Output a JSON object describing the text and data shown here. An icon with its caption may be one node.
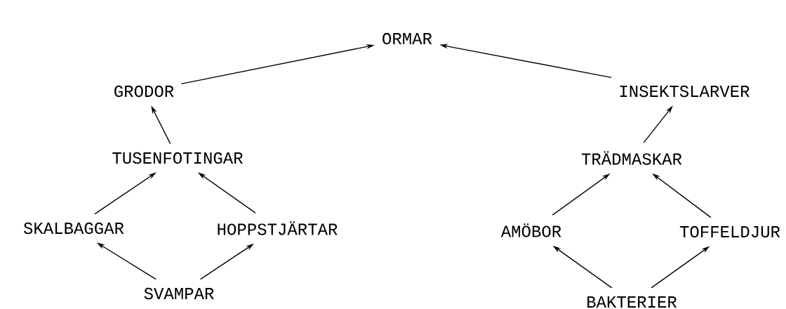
{
  "diagram": {
    "nodes": [
      {
        "text": [
          "ORMAR"
        ]
      },
      {
        "text": [
          "GRODOR"
        ]
      },
      {
        "text": [
          "INSEKTSLARVER"
        ]
      },
      {
        "text": [
          "TUSENFOTINGAR"
        ]
      },
      {
        "text": [
          "TRÄDMASKAR"
        ]
      },
      {
        "text": [
          "SKALBAGGAR"
        ]
      },
      {
        "text": [
          "HOPPSTJÄRTAR"
        ]
      },
      {
        "text": [
          "AMÖBOR"
        ]
      },
      {
        "text": [
          "TOFFELDJUR"
        ]
      },
      {
        "text": [
          "SVAMPAR"
        ]
      },
      {
        "text": [
          "BAKTERIER"
        ]
      }
    ],
    "edges": [
      {
        "from": 1,
        "to": 0,
        "arrow": "to"
      },
      {
        "from": 2,
        "to": 0,
        "arrow": "to"
      },
      {
        "from": 3,
        "to": 1,
        "arrow": "to"
      },
      {
        "from": 4,
        "to": 2,
        "arrow": "to"
      },
      {
        "from": 5,
        "to": 3,
        "arrow": "to"
      },
      {
        "from": 6,
        "to": 3,
        "arrow": "to"
      },
      {
        "from": 7,
        "to": 4,
        "arrow": "to"
      },
      {
        "from": 8,
        "to": 4,
        "arrow": "to"
      },
      {
        "from": 9,
        "to": 5,
        "arrow": "to"
      },
      {
        "from": 9,
        "to": 6,
        "arrow": "to"
      },
      {
        "from": 10,
        "to": 7,
        "arrow": "to"
      },
      {
        "from": 10,
        "to": 8,
        "arrow": "to"
      }
    ]
  }
}
